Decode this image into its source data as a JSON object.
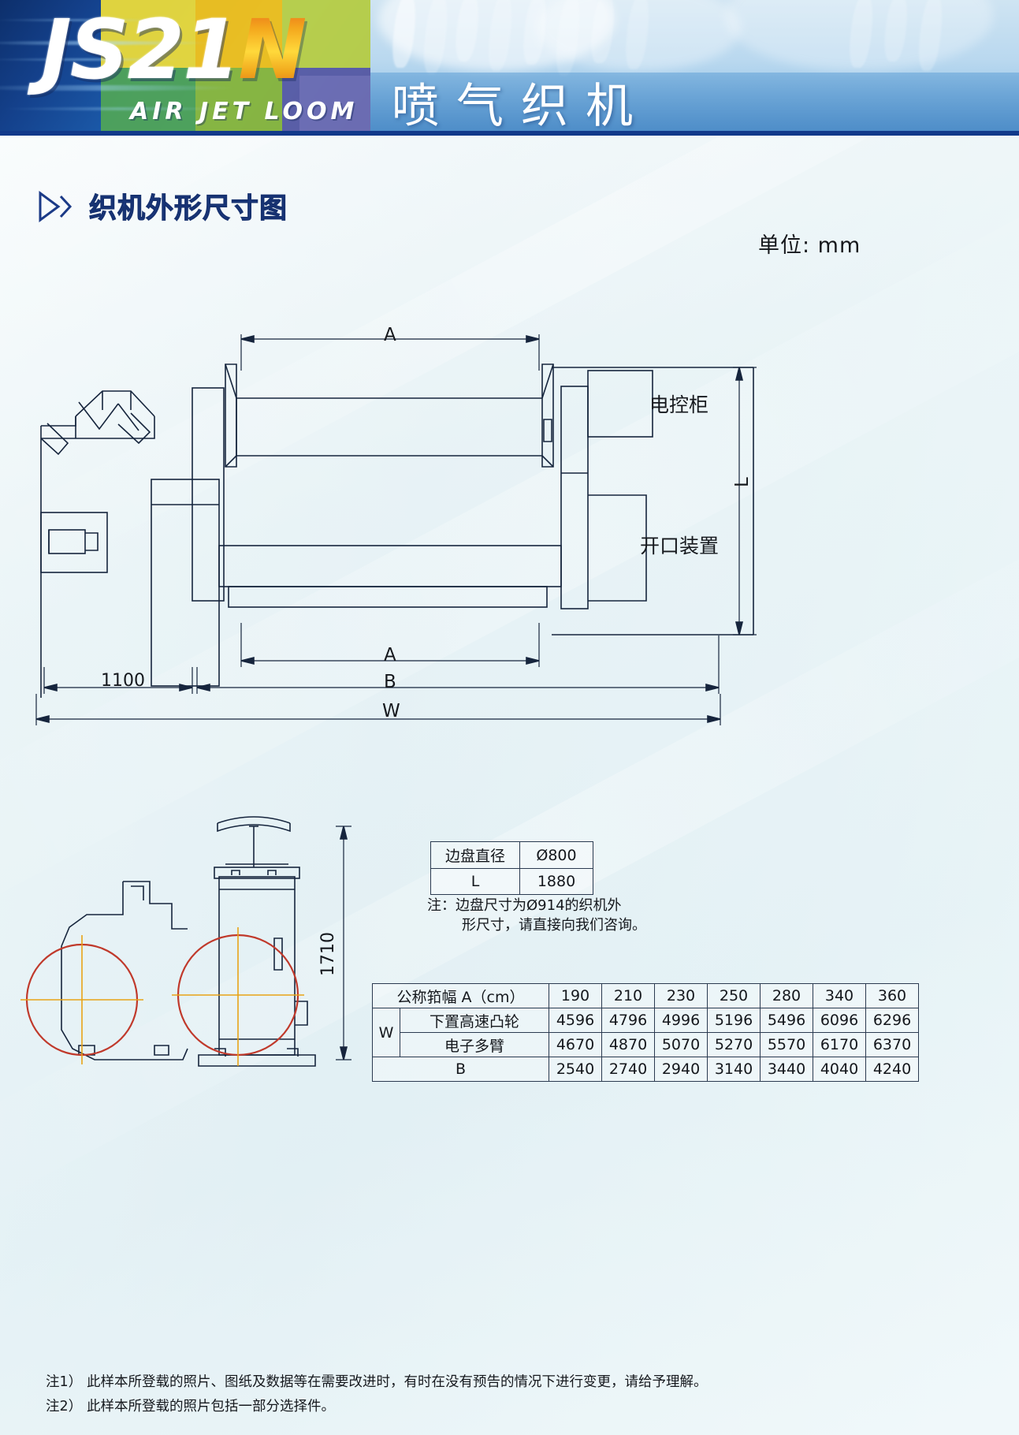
{
  "banner": {
    "logo_main": "JS21",
    "logo_accent": "N",
    "logo_sub": "AIR JET LOOM",
    "title_cn": "喷气织机"
  },
  "section": {
    "icon": "double-chevron-icon",
    "title": "织机外形尺寸图",
    "unit_label": "单位: mm"
  },
  "drawing": {
    "labels": {
      "control_cabinet": "电控柜",
      "shedding_device": "开口装置",
      "dim_A_top": "A",
      "dim_A_lower": "A",
      "dim_B": "B",
      "dim_W": "W",
      "dim_L": "L",
      "dim_1100": "1100",
      "dim_1710": "1710"
    }
  },
  "table_small": {
    "rows": [
      {
        "label": "边盘直径",
        "value": "Ø800"
      },
      {
        "label": "L",
        "value": "1880"
      }
    ],
    "note_line1": "注：边盘尺寸为Ø914的织机外",
    "note_line2": "形尺寸，请直接向我们咨询。"
  },
  "table_main": {
    "header_label": "公称筘幅 A（cm）",
    "w_label": "W",
    "b_label": "B",
    "row_labels": [
      "下置高速凸轮",
      "电子多臂"
    ],
    "columns": [
      "190",
      "210",
      "230",
      "250",
      "280",
      "340",
      "360"
    ],
    "w_cam": [
      "4596",
      "4796",
      "4996",
      "5196",
      "5496",
      "6096",
      "6296"
    ],
    "w_dobby": [
      "4670",
      "4870",
      "5070",
      "5270",
      "5570",
      "6170",
      "6370"
    ],
    "b_values": [
      "2540",
      "2740",
      "2940",
      "3140",
      "3440",
      "4040",
      "4240"
    ]
  },
  "footnotes": [
    {
      "tag": "注1）",
      "text": "此样本所登载的照片、图纸及数据等在需要改进时，有时在没有预告的情况下进行变更，请给予理解。"
    },
    {
      "tag": "注2）",
      "text": "此样本所登载的照片包括一部分选择件。"
    }
  ],
  "chart_data": {
    "type": "table",
    "title": "织机外形尺寸图",
    "unit": "mm",
    "categories": [
      "190",
      "210",
      "230",
      "250",
      "280",
      "340",
      "360"
    ],
    "xlabel": "公称筘幅 A（cm）",
    "series": [
      {
        "name": "W 下置高速凸轮",
        "values": [
          4596,
          4796,
          4996,
          5196,
          5496,
          6096,
          6296
        ]
      },
      {
        "name": "W 电子多臂",
        "values": [
          4670,
          4870,
          5070,
          5270,
          5570,
          6170,
          6370
        ]
      },
      {
        "name": "B",
        "values": [
          2540,
          2740,
          2940,
          3140,
          3440,
          4040,
          4240
        ]
      }
    ],
    "constants": {
      "边盘直径": 800,
      "L": 1880,
      "1100": 1100,
      "1710": 1710
    }
  }
}
